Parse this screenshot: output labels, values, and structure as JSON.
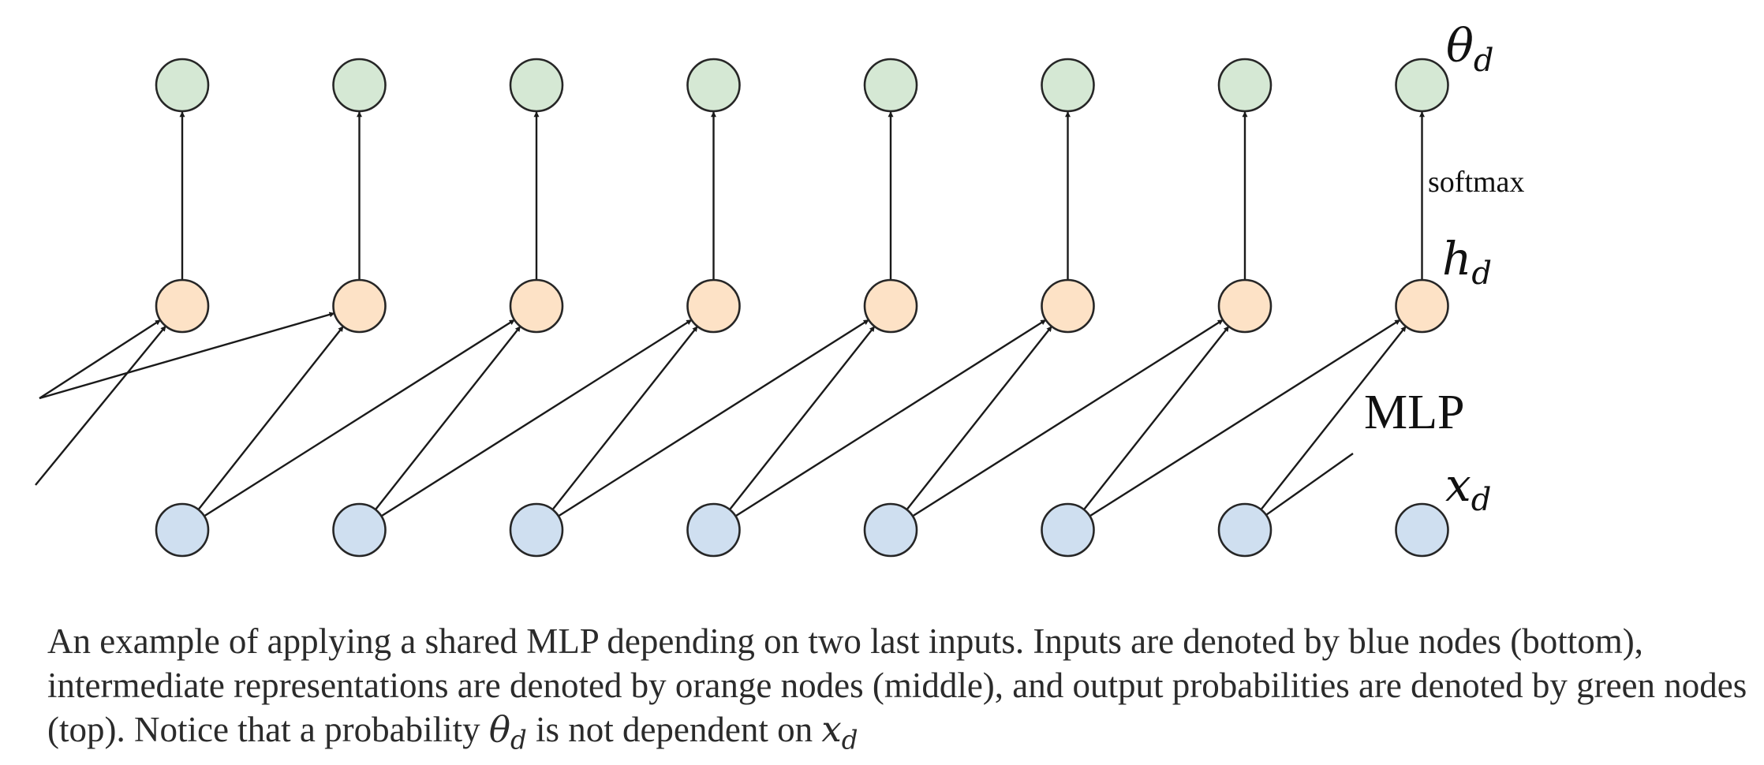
{
  "diagram": {
    "columns": 8,
    "node_colors": {
      "output": "#d5e8d4",
      "hidden": "#fde2c6",
      "input": "#cfdff0",
      "stroke": "#262626"
    },
    "labels": {
      "theta": "θ",
      "theta_sub": "d",
      "h": "h",
      "h_sub": "d",
      "x": "x",
      "x_sub": "d",
      "softmax": "softmax",
      "mlp": "MLP"
    }
  },
  "caption": {
    "text": "An example of applying a shared MLP depending on two last inputs. Inputs are denoted by blue nodes (bottom), intermediate representations are denoted by orange nodes (middle), and output probabilities are denoted by green nodes (top). Notice that a probability ",
    "theta": "θ",
    "theta_sub": "d",
    "middle": " is not dependent on ",
    "x": "x",
    "x_sub": "d"
  }
}
